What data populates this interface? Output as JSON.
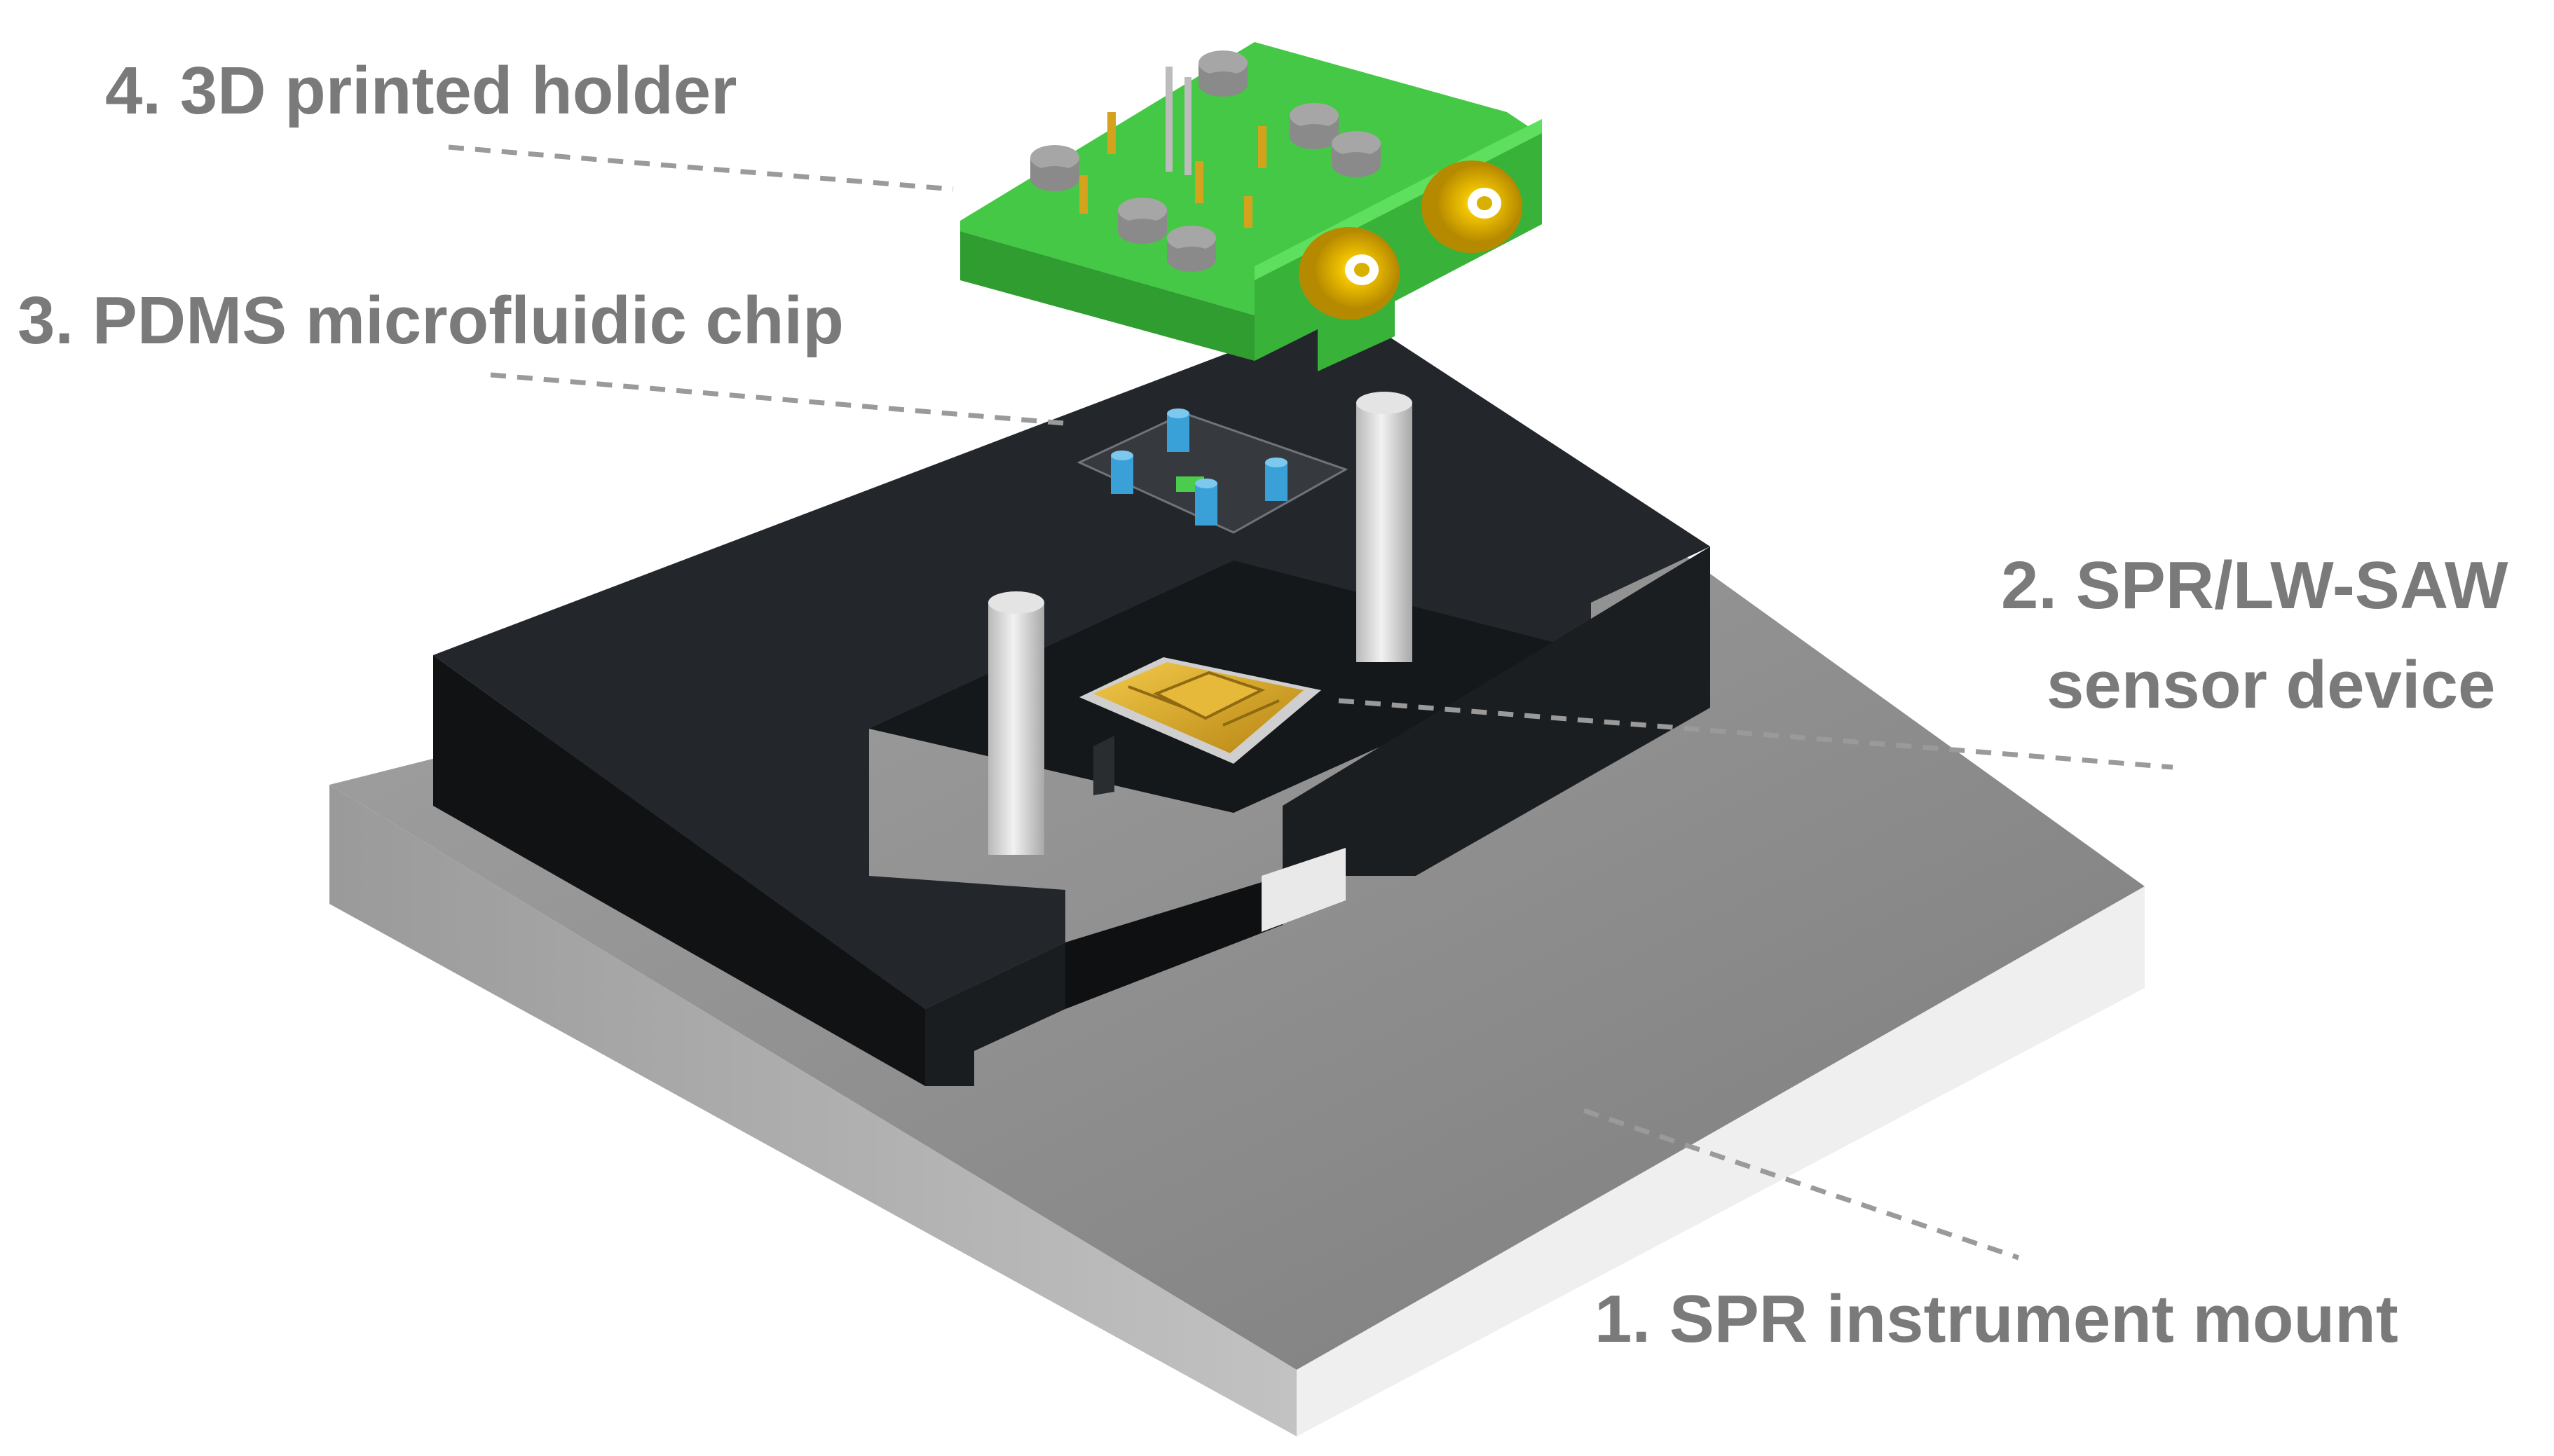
{
  "labels": {
    "holder": "4. 3D printed holder",
    "chip": "3. PDMS microfluidic chip",
    "sensor_line1": "2. SPR/LW-SAW",
    "sensor_line2": "sensor device",
    "mount": "1. SPR instrument mount"
  },
  "colors": {
    "label_text": "#7a7a7a",
    "leader_line": "#9a9a9a",
    "mount_top": "#8e8e8e",
    "housing": "#1c1f22",
    "pcb_green": "#3fc43f",
    "gold": "#d4a21c",
    "pillar": "#d8d8d8",
    "pdms_channel": "#3aa0d8"
  }
}
